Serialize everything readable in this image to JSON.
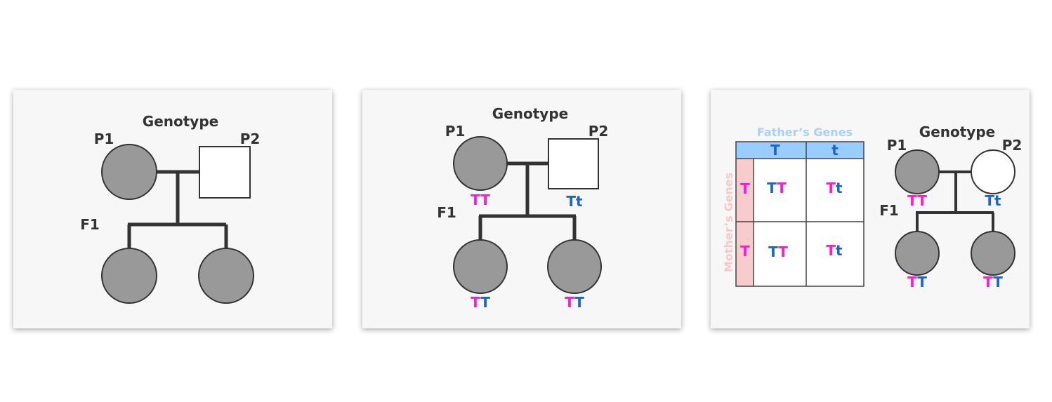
{
  "colors": {
    "dominant": "#ff1ad1",
    "recessive": "#1a66cc",
    "affected": "#999999",
    "father_header": "#99ccff",
    "mother_header": "#f8cccc"
  },
  "panel1": {
    "title": "Genotype",
    "p1": "P1",
    "p2": "P2",
    "f1": "F1"
  },
  "panel2": {
    "title": "Genotype",
    "p1": "P1",
    "p2": "P2",
    "f1": "F1",
    "p1_genotype": [
      "T",
      "T"
    ],
    "p2_genotype": [
      "T",
      "t"
    ],
    "child1_genotype": [
      "T",
      "T"
    ],
    "child2_genotype": [
      "T",
      "T"
    ]
  },
  "panel3": {
    "punnett": {
      "father_label": "Father’s Genes",
      "mother_label": "Mother’s Genes",
      "father_alleles": [
        "T",
        "t"
      ],
      "mother_alleles": [
        "T",
        "T"
      ],
      "cells": [
        [
          [
            "T",
            "T"
          ],
          [
            "T",
            "t"
          ]
        ],
        [
          [
            "T",
            "T"
          ],
          [
            "T",
            "t"
          ]
        ]
      ]
    },
    "pedigree": {
      "title": "Genotype",
      "p1": "P1",
      "p2": "P2",
      "f1": "F1",
      "p1_genotype": [
        "T",
        "T"
      ],
      "p2_genotype": [
        "T",
        "t"
      ],
      "child1_genotype": [
        "T",
        "T"
      ],
      "child2_genotype": [
        "T",
        "T"
      ]
    }
  }
}
